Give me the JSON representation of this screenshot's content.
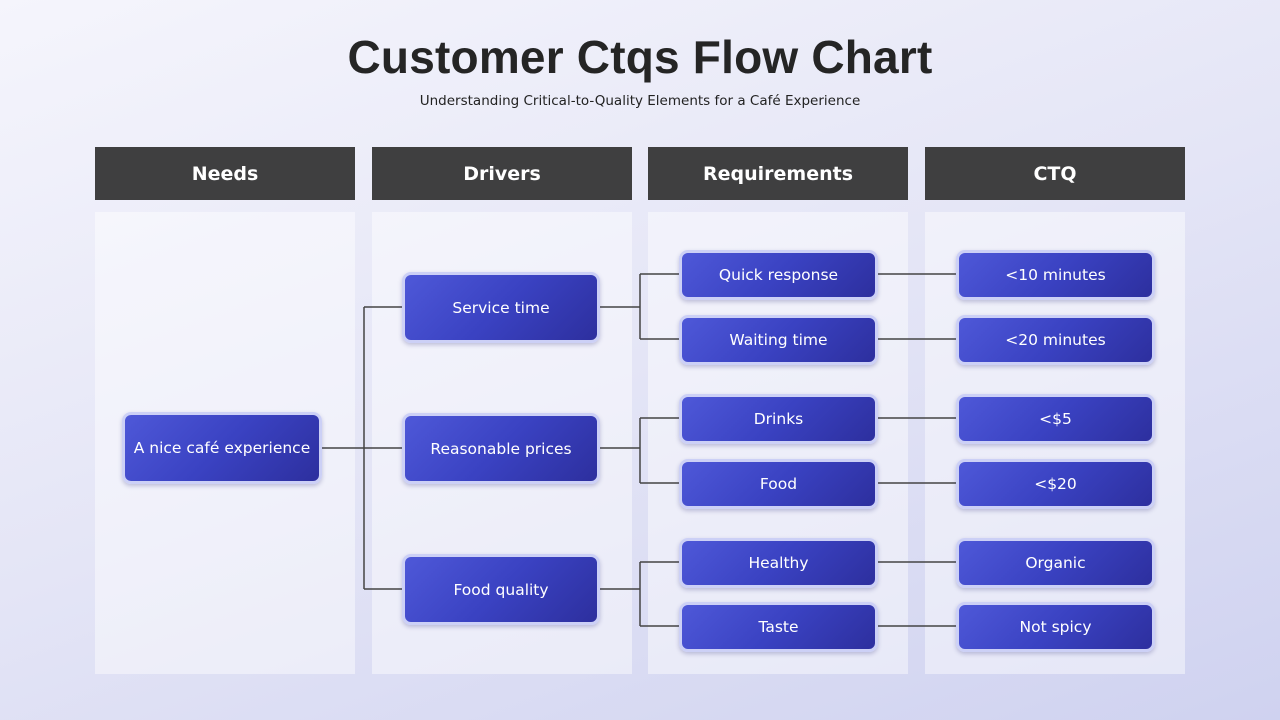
{
  "title": "Customer Ctqs Flow Chart",
  "subtitle": "Understanding Critical-to-Quality Elements for a Café Experience",
  "columns": [
    "Needs",
    "Drivers",
    "Requirements",
    "CTQ"
  ],
  "need": "A nice café experience",
  "drivers": [
    {
      "label": "Service time",
      "requirements": [
        {
          "label": "Quick response",
          "ctq": "<10 minutes"
        },
        {
          "label": "Waiting time",
          "ctq": "<20 minutes"
        }
      ]
    },
    {
      "label": "Reasonable prices",
      "requirements": [
        {
          "label": "Drinks",
          "ctq": "<$5"
        },
        {
          "label": "Food",
          "ctq": "<$20"
        }
      ]
    },
    {
      "label": "Food quality",
      "requirements": [
        {
          "label": "Healthy",
          "ctq": "Organic"
        },
        {
          "label": "Taste",
          "ctq": "Not spicy"
        }
      ]
    }
  ],
  "colors": {
    "header": "#3f3f40",
    "node": "#3a42c2",
    "line": "#444444"
  }
}
